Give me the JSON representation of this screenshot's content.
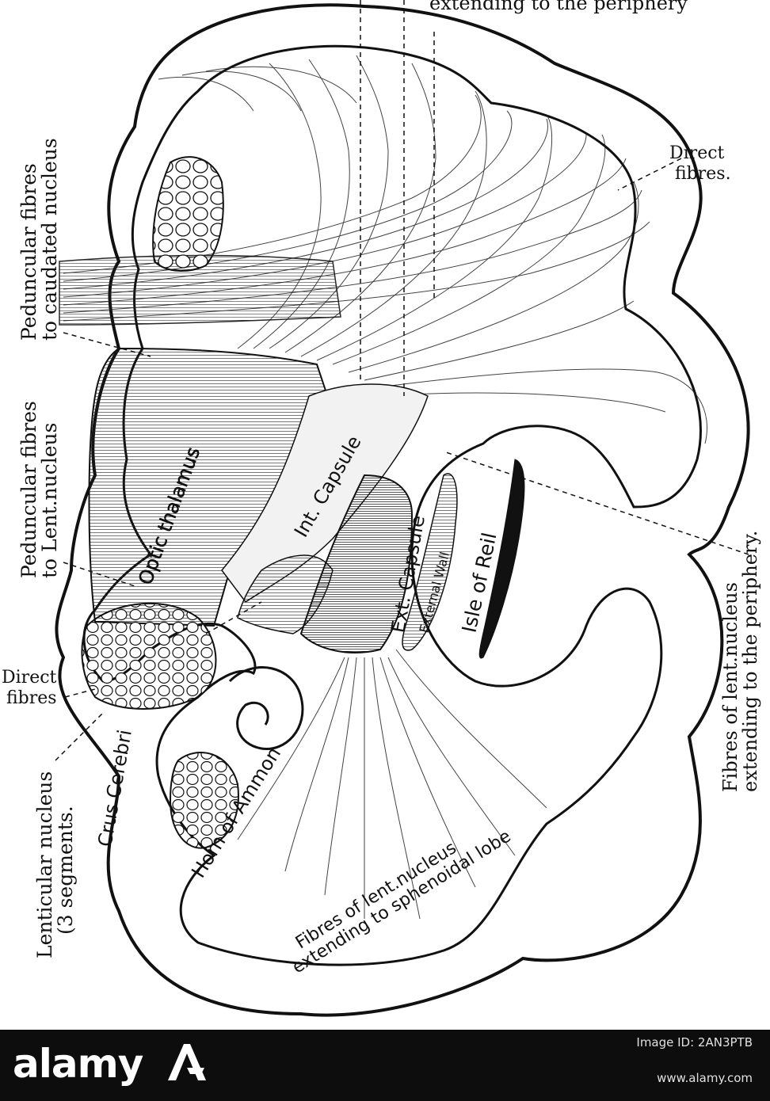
{
  "figure": {
    "top_label": "extending to the periphery",
    "labels": {
      "direct_fibres_right_line1": "Direct",
      "direct_fibres_right_line2": "fibres.",
      "peduncular_caudate_line1": "Peduncular fibres",
      "peduncular_caudate_line2": "to caudated nucleus",
      "peduncular_lent_line1": "Peduncular fibres",
      "peduncular_lent_line2": "to Lent.nucleus",
      "direct_fibres_left_line1": "Direct",
      "direct_fibres_left_line2": "fibres",
      "lenticular_line1": "Lenticular nucleus",
      "lenticular_line2": "(3 segments.",
      "crus_cerebri": "Crus Cerebri",
      "horn_of_ammon": "Horn of Ammon",
      "optic_thalamus": "Optic thalamus",
      "int_capsule": "Int. Capsule",
      "ext_capsule": "Ext. Capsule",
      "external_wall": "External Wall",
      "isle_of_reil": "Isle of Reil",
      "periphery_line1": "Fibres of lent.nucleus",
      "periphery_line2": "extending to the periphery.",
      "sphenoidal_line1": "Fibres of lent.nucleus",
      "sphenoidal_line2": "extending to sphenoidal lobe"
    }
  },
  "banner": {
    "brand": "alamy",
    "image_id": "Image ID: 2AN3PTB",
    "url": "www.alamy.com",
    "icon": "alamy-a-icon"
  }
}
